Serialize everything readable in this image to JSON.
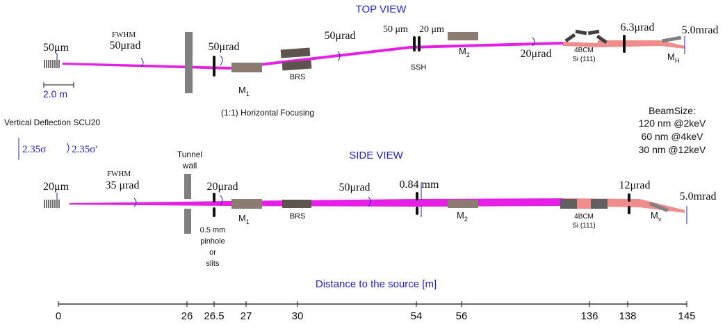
{
  "titles": {
    "top": "TOP VIEW",
    "side": "SIDE VIEW"
  },
  "colors": {
    "beam": "#e61ee6",
    "beam_after_mono": "#f08c8c",
    "optic": "#8c7b70",
    "optic_dark": "#5e544e",
    "slit": "#111111",
    "accent": "#1f1fd6",
    "support": "#808080"
  },
  "top": {
    "source_size": "50μm",
    "fwhm_label": "FWHM",
    "fwhm_value": "50μrad",
    "scale_bar": "2.0 m",
    "aperture_divergence": "50μrad",
    "m1": "M",
    "m1_sub": "1",
    "brs": "BRS",
    "mid_divergence": "50μrad",
    "ssh_left": "50 μm",
    "ssh_right": "20 μm",
    "ssh": "SSH",
    "m2": "M",
    "m2_sub": "2",
    "post_m2_divergence": "20μrad",
    "fourbcm": "4BCM",
    "si111": "Si (111)",
    "slit_divergence": "6.3μrad",
    "end_divergence": "5.0mrad",
    "mh": "M",
    "mh_sub": "H"
  },
  "horizontal_focusing": "(1:1) Horizontal Focusing",
  "vertical_deflection": "Vertical Deflection SCU20",
  "sigma": "2.35σ",
  "sigma_prime": "2.35σ′",
  "beamsize": {
    "title": "BeamSize:",
    "lines": [
      "120 nm @2keV",
      "60 nm @4keV",
      "30 nm @12keV"
    ]
  },
  "side": {
    "source_size": "20μm",
    "fwhm_label": "FWHM",
    "fwhm_value": "35 μrad",
    "tunnel": "Tunnel",
    "wall": "wall",
    "pinhole_divergence": "20μrad",
    "pinhole_note": [
      "0.5 mm",
      "pinhole",
      "or",
      "slits"
    ],
    "m1": "M",
    "m1_sub": "1",
    "brs": "BRS",
    "mid_divergence": "50μrad",
    "ssh_size": "0.84 mm",
    "m2": "M",
    "m2_sub": "2",
    "fourbcm": "4BCM",
    "si111": "Si (111)",
    "slit_divergence": "12μrad",
    "end_divergence": "5.0mrad",
    "mv": "M",
    "mv_sub": "v"
  },
  "axis": {
    "title": "Distance to the source [m]",
    "ticks": [
      "0",
      "26",
      "26.5",
      "27",
      "30",
      "54",
      "56",
      "136",
      "138",
      "145"
    ]
  }
}
